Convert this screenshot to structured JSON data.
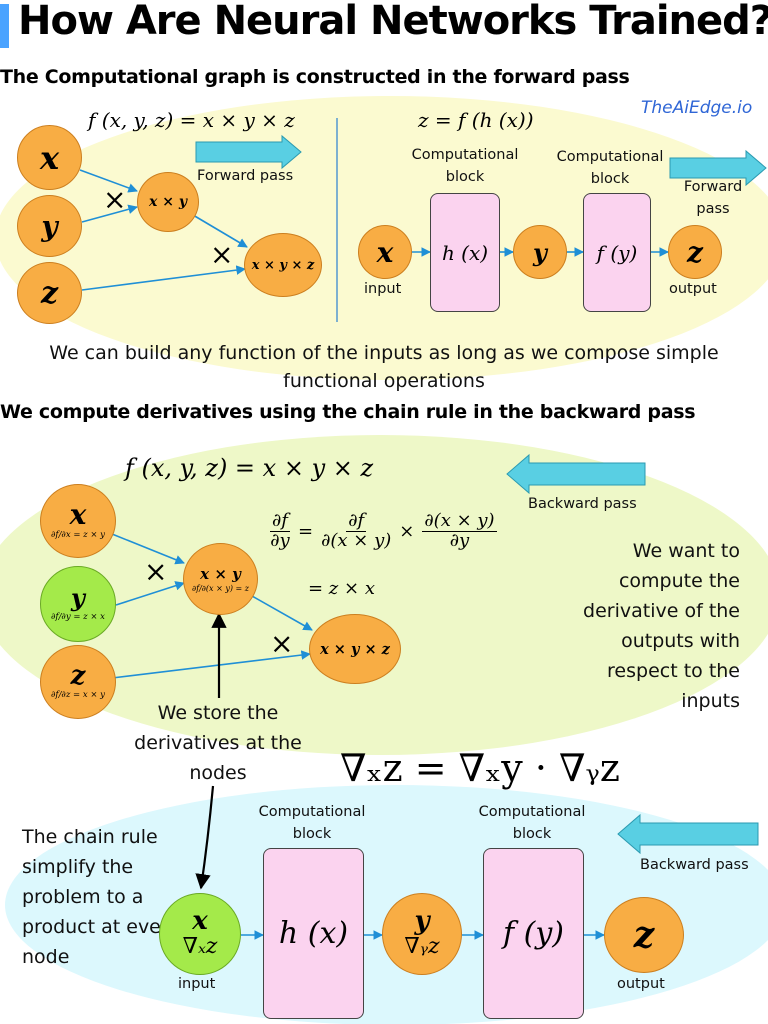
{
  "title": "How Are Neural Networks Trained?",
  "watermark": "TheAiEdge.io",
  "section1": {
    "heading": "The Computational graph is constructed in the forward pass",
    "equation_left": "f (x, y, z) = x × y × z",
    "equation_right": "z = f (h (x))",
    "forward_pass_label": "Forward pass",
    "forward_pass_label_right": "Forward pass",
    "nodes": {
      "x": "x",
      "y": "y",
      "z": "z",
      "xy": "x × y",
      "xyz": "x × y × z"
    },
    "multiply_symbol": "×",
    "chain": {
      "input_node": "x",
      "block1": "h (x)",
      "mid_node": "y",
      "block2": "f (y)",
      "output_node": "z",
      "block_label": "Computational block",
      "input_label": "input",
      "output_label": "output"
    },
    "caption": "We can build any function of the inputs as long as we compose simple functional operations"
  },
  "section2": {
    "heading": "We compute derivatives using the chain rule in the backward pass",
    "equation": "f (x, y, z) = x × y × z",
    "backward_pass_label": "Backward pass",
    "nodes": {
      "x": "x",
      "x_deriv": "∂f/∂x = z × y",
      "y": "y",
      "y_deriv": "∂f/∂y = z × x",
      "z": "z",
      "z_deriv": "∂f/∂z = x × y",
      "xy": "x × y",
      "xy_deriv": "∂f/∂(x × y) = z",
      "xyz": "x × y × z"
    },
    "chain_rule": {
      "lhs_num": "∂f",
      "lhs_den": "∂y",
      "mid_num": "∂f",
      "mid_den": "∂(x × y)",
      "rhs_num": "∂(x × y)",
      "rhs_den": "∂y",
      "result": "= z × x"
    },
    "store_note": "We store the derivatives at the nodes",
    "side_note": "We want to compute the derivative of the outputs with respect to the inputs"
  },
  "section3": {
    "equation": "∇ₓz = ∇ₓy · ∇ᵧz",
    "backward_pass_label": "Backward pass",
    "side_note": "The chain rule simplify the problem to a product at every node",
    "chain": {
      "input_node": "x",
      "input_grad": "∇ₓz",
      "block1": "h (x)",
      "mid_node": "y",
      "mid_grad": "∇ᵧz",
      "block2": "f (y)",
      "output_node": "z",
      "block_label": "Computational block",
      "input_label": "input",
      "output_label": "output"
    }
  },
  "colors": {
    "orange_node": "#f8ad44",
    "green_node": "#a4ea4a",
    "block_pink": "#fbd3ef",
    "yellow_bg": "#fbfad0",
    "green_bg": "#eef8c8",
    "cyan_bg": "#dcf8fd",
    "arrow_cyan": "#59cfe3",
    "edge_blue": "#1f8fd6",
    "title_accent": "#4aa3ff",
    "watermark_blue": "#2f66d6"
  }
}
